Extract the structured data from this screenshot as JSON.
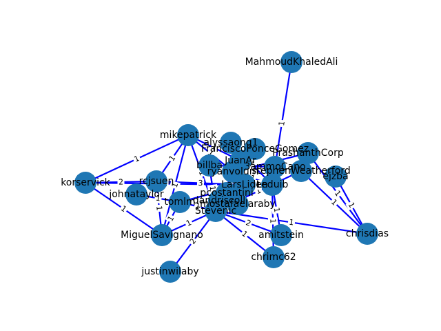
{
  "colors": {
    "node": "#1f77b4",
    "edge": "#0000ff",
    "background": "#ffffff"
  },
  "nodes": [
    {
      "id": "MahmoudKhaledAli"
    },
    {
      "id": "mikepatrick"
    },
    {
      "id": "alyssaong1"
    },
    {
      "id": "FranciscoPonceGomez"
    },
    {
      "id": "PrashanthCorp"
    },
    {
      "id": "JuanAr"
    },
    {
      "id": "billba"
    },
    {
      "id": "ryanvolum"
    },
    {
      "id": "3ammoCano"
    },
    {
      "id": "stephenWeatherford"
    },
    {
      "id": "ejzba"
    },
    {
      "id": "korservick"
    },
    {
      "id": "rcjsuen"
    },
    {
      "id": "johnataylor"
    },
    {
      "id": "LarsLiden"
    },
    {
      "id": "Leduib"
    },
    {
      "id": "pcostantini"
    },
    {
      "id": "tomlm"
    },
    {
      "id": "dandriscoll"
    },
    {
      "id": "mostafaelaraby"
    },
    {
      "id": "Stevenic"
    },
    {
      "id": "MiguelSavignano"
    },
    {
      "id": "amitstein"
    },
    {
      "id": "chrisdias"
    },
    {
      "id": "chrimc62"
    },
    {
      "id": "justinwilaby"
    }
  ],
  "edges": [
    {
      "source": "MahmoudKhaledAli",
      "target": "Leduib",
      "label": "1"
    },
    {
      "source": "korservick",
      "target": "mikepatrick",
      "label": "1"
    },
    {
      "source": "korservick",
      "target": "rcjsuen",
      "label": "2"
    },
    {
      "source": "korservick",
      "target": "MiguelSavignano",
      "label": "1"
    },
    {
      "source": "korservick",
      "target": "LarsLiden",
      "label": "1"
    },
    {
      "source": "mikepatrick",
      "target": "rcjsuen",
      "label": "1"
    },
    {
      "source": "mikepatrick",
      "target": "MiguelSavignano",
      "label": "1"
    },
    {
      "source": "mikepatrick",
      "target": "JuanAr",
      "label": "1"
    },
    {
      "source": "mikepatrick",
      "target": "Stevenic",
      "label": "1"
    },
    {
      "source": "mikepatrick",
      "target": "ryanvolum",
      "label": "1"
    },
    {
      "source": "alyssaong1",
      "target": "Leduib",
      "label": "1"
    },
    {
      "source": "FranciscoPonceGomez",
      "target": "ryanvolum",
      "label": "1"
    },
    {
      "source": "PrashanthCorp",
      "target": "chrisdias",
      "label": "1"
    },
    {
      "source": "PrashanthCorp",
      "target": "ryanvolum",
      "label": "1"
    },
    {
      "source": "stephenWeatherford",
      "target": "chrisdias",
      "label": "1"
    },
    {
      "source": "stephenWeatherford",
      "target": "Stevenic",
      "label": "1"
    },
    {
      "source": "ejzba",
      "target": "chrisdias",
      "label": "1"
    },
    {
      "source": "rcjsuen",
      "target": "LarsLiden",
      "label": "3"
    },
    {
      "source": "rcjsuen",
      "target": "MiguelSavignano",
      "label": "1"
    },
    {
      "source": "johnataylor",
      "target": "tomlm",
      "label": "1"
    },
    {
      "source": "tomlm",
      "target": "Stevenic",
      "label": "1"
    },
    {
      "source": "tomlm",
      "target": "MiguelSavignano",
      "label": "1"
    },
    {
      "source": "tomlm",
      "target": "LarsLiden",
      "label": "1"
    },
    {
      "source": "Stevenic",
      "target": "justinwilaby",
      "label": "2"
    },
    {
      "source": "Stevenic",
      "target": "MiguelSavignano",
      "label": "1"
    },
    {
      "source": "Stevenic",
      "target": "amitstein",
      "label": "2"
    },
    {
      "source": "Stevenic",
      "target": "chrimc62",
      "label": "1"
    },
    {
      "source": "Stevenic",
      "target": "chrisdias",
      "label": "1"
    },
    {
      "source": "Stevenic",
      "target": "ryanvolum",
      "label": "1"
    },
    {
      "source": "Stevenic",
      "target": "billba",
      "label": "1"
    },
    {
      "source": "amitstein",
      "target": "Leduib",
      "label": "1"
    },
    {
      "source": "chrimc62",
      "target": "Leduib",
      "label": "1"
    },
    {
      "source": "LarsLiden",
      "target": "Leduib",
      "label": "1"
    },
    {
      "source": "ryanvolum",
      "target": "Leduib",
      "label": "1"
    },
    {
      "source": "billba",
      "target": "Stevenic",
      "label": "1"
    },
    {
      "source": "billba",
      "target": "3ammoCano",
      "label": "1"
    }
  ]
}
